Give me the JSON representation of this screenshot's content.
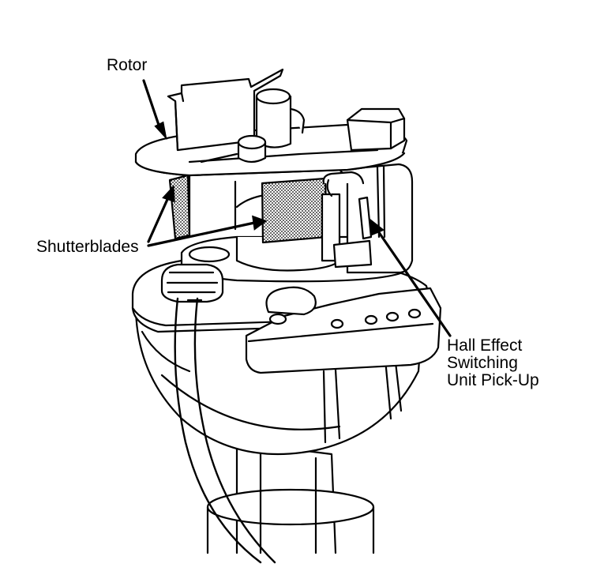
{
  "labels": {
    "rotor": "Rotor",
    "shutterblades": "Shutterblades",
    "hall_effect": "Hall Effect\nSwitching\nUnit Pick-Up"
  },
  "colors": {
    "line": "#000000",
    "paper": "#ffffff",
    "shading": "#000000"
  }
}
